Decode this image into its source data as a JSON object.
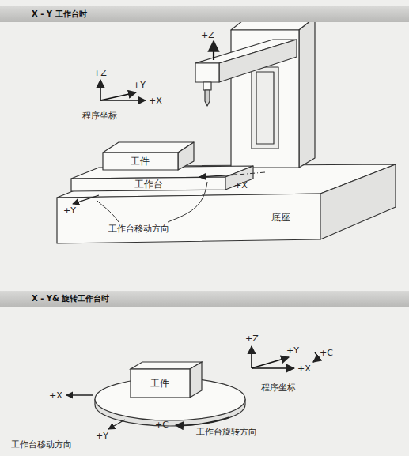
{
  "diagram": {
    "nodes": [
      {
        "text": [
          "X - Y 工作台时"
        ]
      },
      {
        "text": [
          "工件"
        ]
      },
      {
        "text": [
          "工作台"
        ]
      },
      {
        "text": [
          "底座"
        ]
      },
      {
        "text": [
          "X - Y& 旋转工作台时"
        ]
      },
      {
        "text": [
          "工件"
        ]
      }
    ],
    "labels": [
      "+Z",
      "+Z",
      "+Y",
      "+X",
      "程序坐标",
      "+X",
      "+Y",
      "工作台移动方向",
      "+Z",
      "+Y",
      "+C",
      "+X",
      "程序坐标",
      "+X",
      "+Y",
      "+C",
      "工作台旋转方向",
      "工作台移动方向"
    ]
  }
}
